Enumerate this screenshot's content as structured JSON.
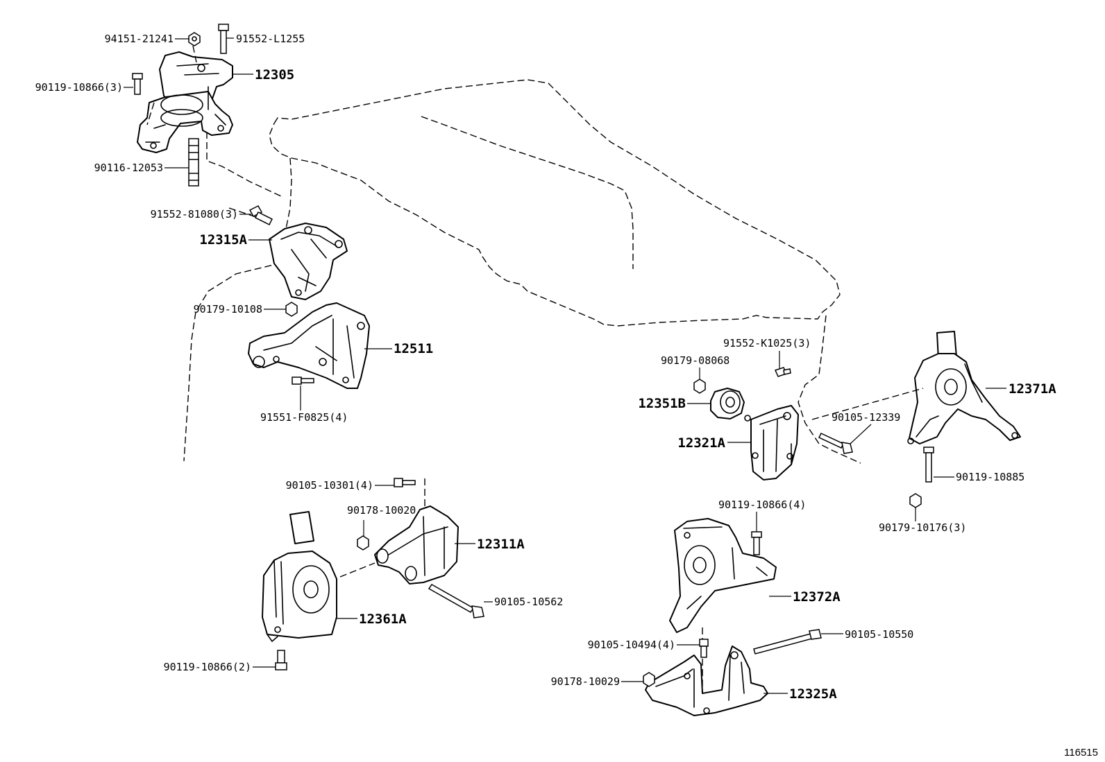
{
  "diagram": {
    "reference_number": "116515",
    "parts": {
      "p12305": "12305",
      "p12315A": "12315A",
      "p12511": "12511",
      "p12351B": "12351B",
      "p12321A": "12321A",
      "p12371A": "12371A",
      "p12311A": "12311A",
      "p12361A": "12361A",
      "p12372A": "12372A",
      "p12325A": "12325A"
    },
    "fasteners": {
      "f94151_21241": "94151-21241",
      "f91552_L1255": "91552-L1255",
      "f90119_10866_3": "90119-10866(3)",
      "f90116_12053": "90116-12053",
      "f91552_81080_3": "91552-81080(3)",
      "f90179_10108": "90179-10108",
      "f91551_F0825_4": "91551-F0825(4)",
      "f91552_K1025_3": "91552-K1025(3)",
      "f90179_08068": "90179-08068",
      "f90105_12339": "90105-12339",
      "f90119_10885": "90119-10885",
      "f90179_10176_3": "90179-10176(3)",
      "f90105_10301_4": "90105-10301(4)",
      "f90178_10020": "90178-10020",
      "f90105_10562": "90105-10562",
      "f90119_10866_2": "90119-10866(2)",
      "f90119_10866_4": "90119-10866(4)",
      "f90105_10494_4": "90105-10494(4)",
      "f90105_10550": "90105-10550",
      "f90178_10029": "90178-10029"
    }
  }
}
